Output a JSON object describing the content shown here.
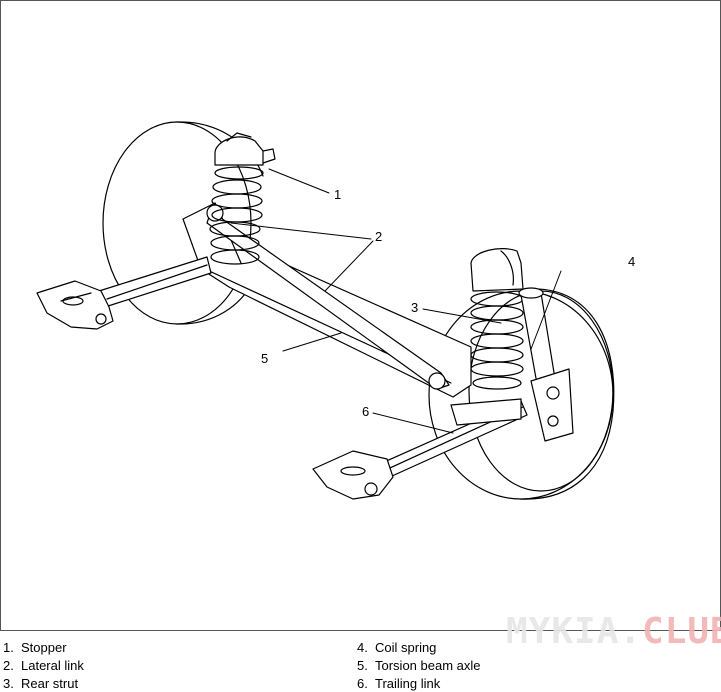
{
  "diagram": {
    "callouts": [
      "1",
      "2",
      "3",
      "4",
      "5",
      "6"
    ],
    "legend": [
      {
        "num": "1.",
        "label": "Stopper"
      },
      {
        "num": "2.",
        "label": "Lateral link"
      },
      {
        "num": "3.",
        "label": "Rear strut"
      },
      {
        "num": "4.",
        "label": "Coil spring"
      },
      {
        "num": "5.",
        "label": "Torsion beam axle"
      },
      {
        "num": "6.",
        "label": "Trailing link"
      }
    ]
  },
  "watermark": {
    "prefix": "MYKIA.",
    "suffix": "CLUB"
  },
  "colors": {
    "line": "#000000",
    "watermark": "#e6e6e6",
    "watermark_accent": "#f1b3b3"
  }
}
